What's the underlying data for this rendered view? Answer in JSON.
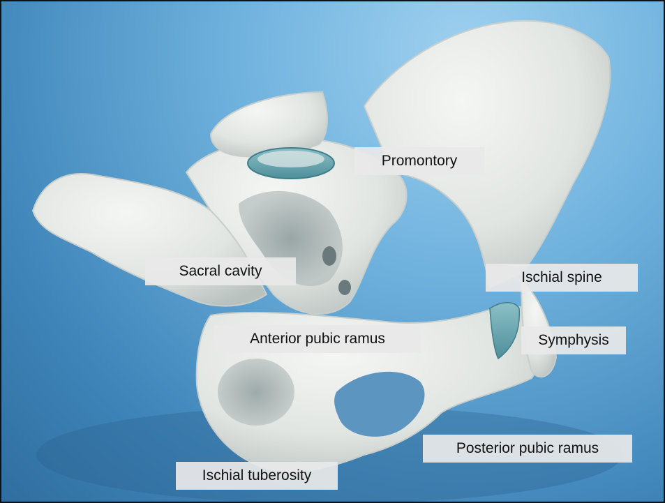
{
  "image": {
    "subject": "pelvis-3d-render",
    "background_color": "#6fb2de",
    "bone_color": "#e9ece8",
    "cartilage_color": "#6fa9b4"
  },
  "labels": {
    "promontory": "Promontory",
    "sacral_cavity": "Sacral cavity",
    "ischial_spine": "Ischial spine",
    "anterior_pubic_ramus": "Anterior pubic ramus",
    "symphysis": "Symphysis",
    "posterior_pubic_ramus": "Posterior pubic ramus",
    "ischial_tuberosity": "Ischial tuberosity"
  }
}
